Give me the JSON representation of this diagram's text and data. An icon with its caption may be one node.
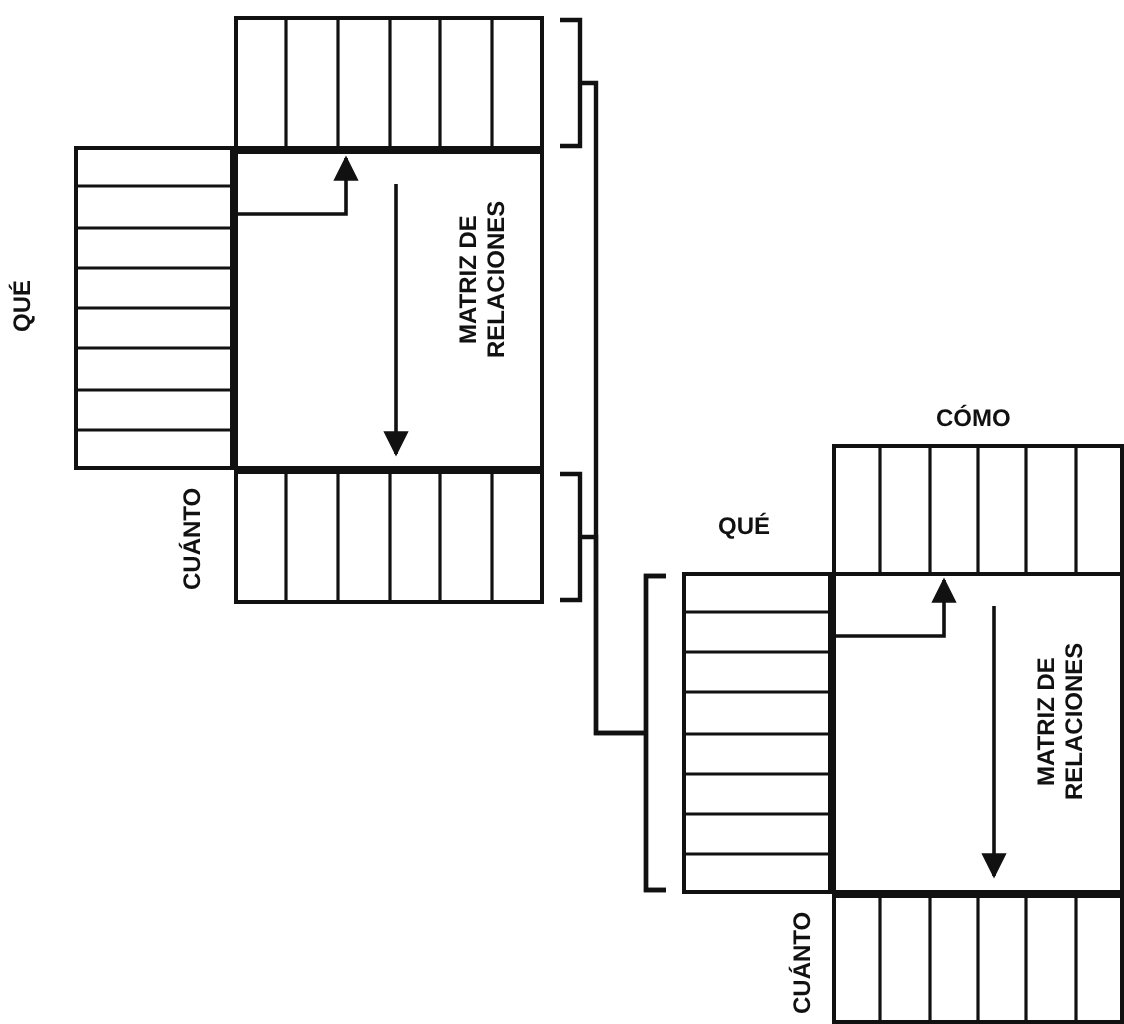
{
  "diagram": {
    "nodes": [
      {
        "text": [],
        "shape": "box"
      },
      {
        "text": [
          "QUÉ"
        ]
      },
      {
        "text": [
          "MATRIZ DE RELACIONES"
        ]
      },
      {
        "text": [
          "CUÁNTO"
        ]
      },
      {
        "text": [
          "CÓMO"
        ]
      },
      {
        "text": [
          "QUÉ"
        ]
      },
      {
        "text": [
          "MATRIZ DE RELACIONES"
        ]
      },
      {
        "text": [
          "CUÁNTO"
        ]
      }
    ],
    "edges": [
      {
        "from": 0,
        "to": 5,
        "arrow": "none"
      },
      {
        "from": 3,
        "to": 5,
        "arrow": "none"
      }
    ]
  }
}
